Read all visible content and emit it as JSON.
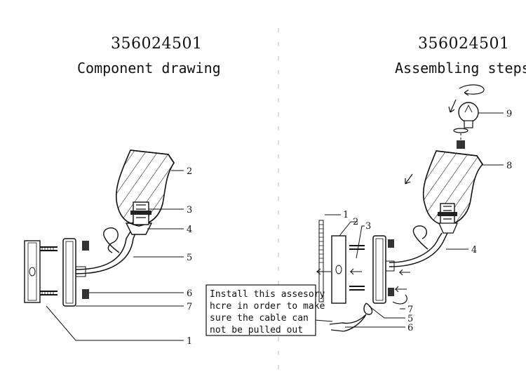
{
  "left": {
    "model": "356024501",
    "heading": "Component drawing",
    "labels": [
      "2",
      "3",
      "4",
      "5",
      "6",
      "7",
      "1"
    ]
  },
  "right": {
    "model": "356024501",
    "heading": "Assembling steps",
    "labels": [
      "9",
      "8",
      "1",
      "2",
      "3",
      "4",
      "7",
      "5",
      "6"
    ],
    "note": [
      "Install this assesory",
      "hcre in order to make",
      "sure the cable can",
      "not be pulled out"
    ]
  }
}
